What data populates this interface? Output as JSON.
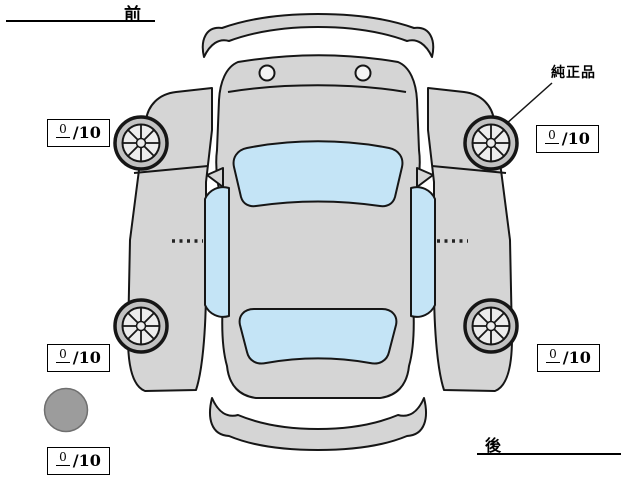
{
  "diagram": {
    "orientation": {
      "front_label": "前",
      "rear_label": "後"
    },
    "callout": {
      "genuine_parts_label": "純正品"
    },
    "tread_scores": {
      "front_left": {
        "value": "0",
        "max": "/10"
      },
      "front_right": {
        "value": "0",
        "max": "/10"
      },
      "rear_left": {
        "value": "0",
        "max": "/10"
      },
      "rear_right": {
        "value": "0",
        "max": "/10"
      },
      "spare": {
        "value": "0",
        "max": "/10"
      }
    },
    "colors": {
      "body": "#d5d5d5",
      "glass": "#c4e4f6",
      "outline": "#161616",
      "tire": "#c2c2c2",
      "rim": "#ececec",
      "spare_tire": "#9c9c9c",
      "background": "#ffffff"
    }
  }
}
